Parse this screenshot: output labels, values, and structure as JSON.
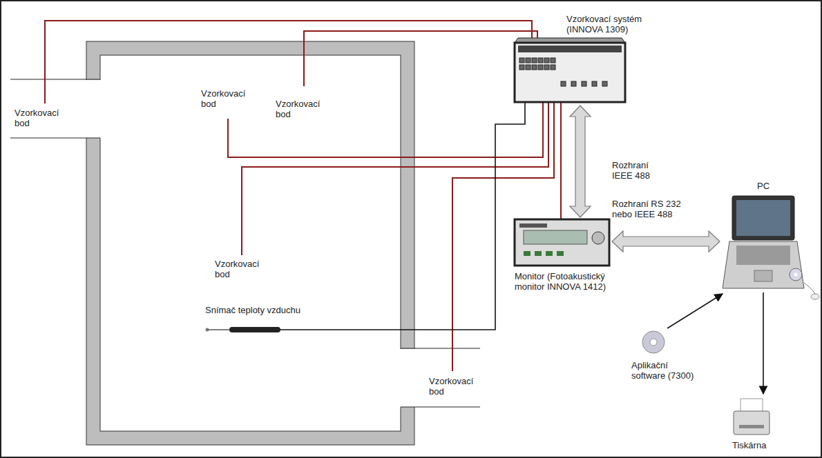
{
  "diagram": {
    "nodes": [
      {
        "text": [
          "Vzorkovací systém (INNOVA 1309)"
        ]
      },
      {
        "text": [
          "Monitor (Fotoakustický monitor INNOVA 1412)"
        ]
      },
      {
        "text": [
          "PC"
        ]
      },
      {
        "text": [
          "Aplikační software (7300)"
        ]
      },
      {
        "text": [
          "Tiskárna"
        ]
      }
    ],
    "edges": [
      {
        "from": 0,
        "to": 1,
        "label": "Rozhraní IEEE 488",
        "arrow": "both"
      },
      {
        "from": 1,
        "to": 2,
        "label": "Rozhraní RS 232 nebo IEEE 488",
        "arrow": "both"
      },
      {
        "from": 3,
        "to": 2,
        "arrow": "to"
      },
      {
        "from": 2,
        "to": 4,
        "arrow": "to"
      }
    ],
    "labels": [
      "Vzorkovací bod",
      "Vzorkovací bod",
      "Vzorkovací bod",
      "Vzorkovací bod",
      "Vzorkovací bod",
      "Snímač teploty vzduchu"
    ]
  }
}
